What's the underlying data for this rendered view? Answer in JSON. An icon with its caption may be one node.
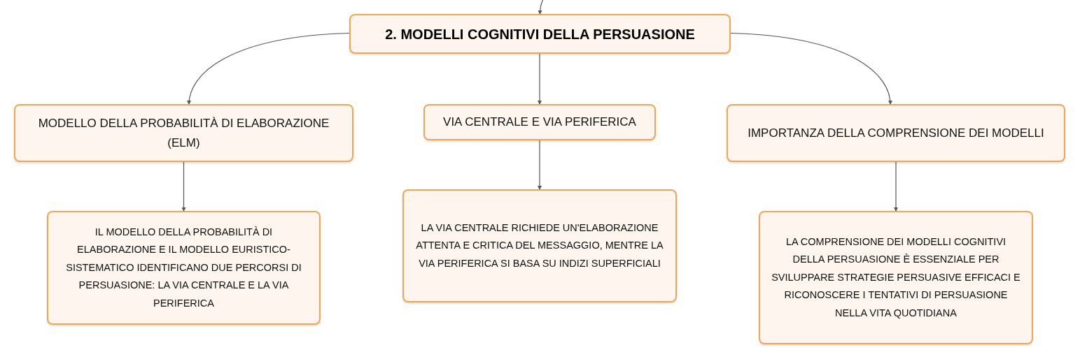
{
  "diagram": {
    "nodes": [
      {
        "text": [
          "2. MODELLI COGNITIVI DELLA PERSUASIONE"
        ]
      },
      {
        "text": [
          "MODELLO DELLA PROBABILITÀ DI ELABORAZIONE (ELM)"
        ]
      },
      {
        "text": [
          "VIA CENTRALE E VIA PERIFERICA"
        ]
      },
      {
        "text": [
          "IMPORTANZA DELLA COMPRENSIONE DEI MODELLI"
        ]
      },
      {
        "text": [
          "IL MODELLO DELLA PROBABILITÀ DI ELABORAZIONE E IL MODELLO EURISTICO-SISTEMATICO IDENTIFICANO DUE PERCORSI DI PERSUASIONE: LA VIA CENTRALE E LA VIA PERIFERICA"
        ]
      },
      {
        "text": [
          "LA VIA CENTRALE RICHIEDE UN'ELABORAZIONE ATTENTA E CRITICA DEL MESSAGGIO, MENTRE LA VIA PERIFERICA SI BASA SU INDIZI SUPERFICIALI"
        ]
      },
      {
        "text": [
          "LA COMPRENSIONE DEI MODELLI COGNITIVI DELLA PERSUASIONE È ESSENZIALE PER SVILUPPARE STRATEGIE PERSUASIVE EFFICACI E RICONOSCERE I TENTATIVI DI PERSUASIONE NELLA VITA QUOTIDIANA"
        ]
      }
    ],
    "edges": [
      {
        "from": null,
        "to": 0,
        "arrow": "to"
      },
      {
        "from": 0,
        "to": 1,
        "arrow": "to"
      },
      {
        "from": 0,
        "to": 2,
        "arrow": "to"
      },
      {
        "from": 0,
        "to": 3,
        "arrow": "to"
      },
      {
        "from": 1,
        "to": 4,
        "arrow": "to"
      },
      {
        "from": 2,
        "to": 5,
        "arrow": "to"
      },
      {
        "from": 3,
        "to": 6,
        "arrow": "to"
      }
    ]
  }
}
